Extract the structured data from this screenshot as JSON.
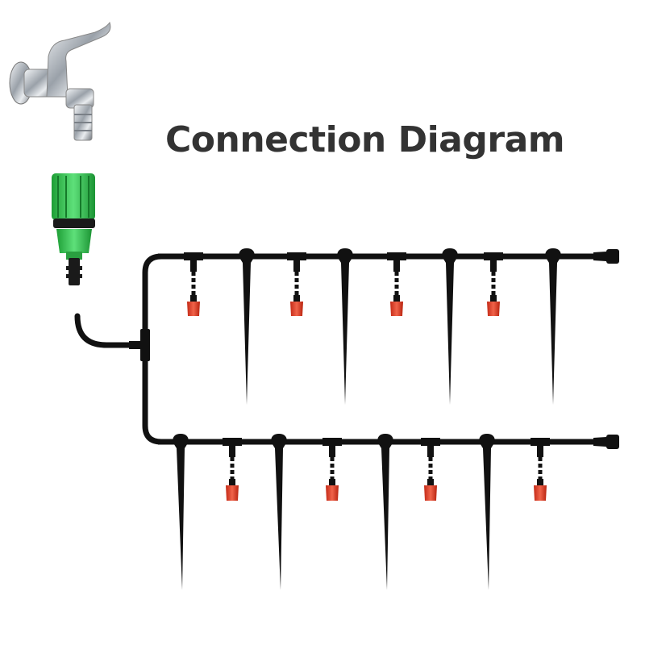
{
  "title": "Connection Diagram",
  "colors": {
    "tube": "#111111",
    "adapter_green": "#2ecc47",
    "dripper_red": "#e23b24",
    "faucet_chrome": "#c8ccd2",
    "title_text": "#333333"
  },
  "components": {
    "faucet": "faucet-icon",
    "adapter": "quick-connect-adapter-icon",
    "tee": "tee-connector-icon",
    "dripper": "dripper-icon",
    "stake": "ground-stake-icon",
    "end_plug": "end-plug-icon"
  },
  "rows": [
    {
      "stakes": 4,
      "drippers": 4
    },
    {
      "stakes": 4,
      "drippers": 4
    }
  ]
}
